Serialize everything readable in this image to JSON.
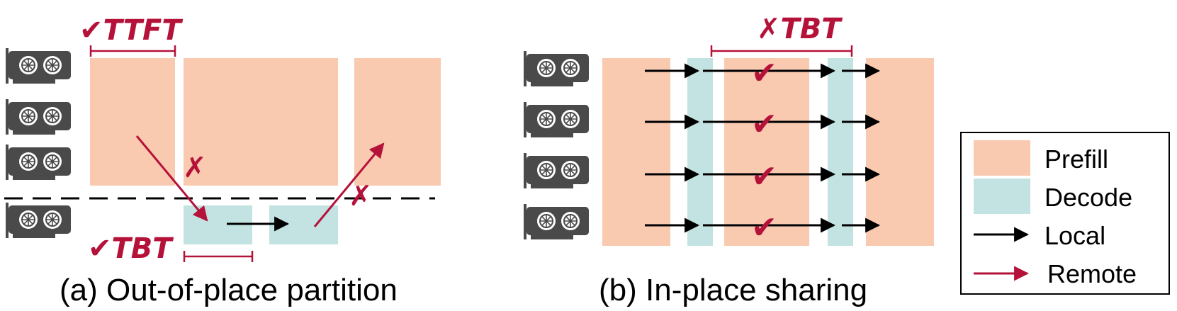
{
  "panels": {
    "a": {
      "caption": "(a) Out-of-place partition",
      "ttft_label": "✔TTFT",
      "tbt_label": "✔TBT",
      "cross_marks": [
        "✗",
        "✗"
      ]
    },
    "b": {
      "caption": "(b) In-place sharing",
      "tbt_label": "✗TBT",
      "check_marks": [
        "✔",
        "✔",
        "✔",
        "✔"
      ]
    }
  },
  "legend": {
    "prefill": "Prefill",
    "decode": "Decode",
    "local": "Local",
    "remote": "Remote"
  },
  "colors": {
    "prefill": "#f9c9b0",
    "decode": "#c3e3e3",
    "accent_red": "#b5123a",
    "local_arrow": "#000000",
    "gpu_body": "#4a4a4a"
  },
  "icons": {
    "gpu": "gpu-card-icon"
  }
}
